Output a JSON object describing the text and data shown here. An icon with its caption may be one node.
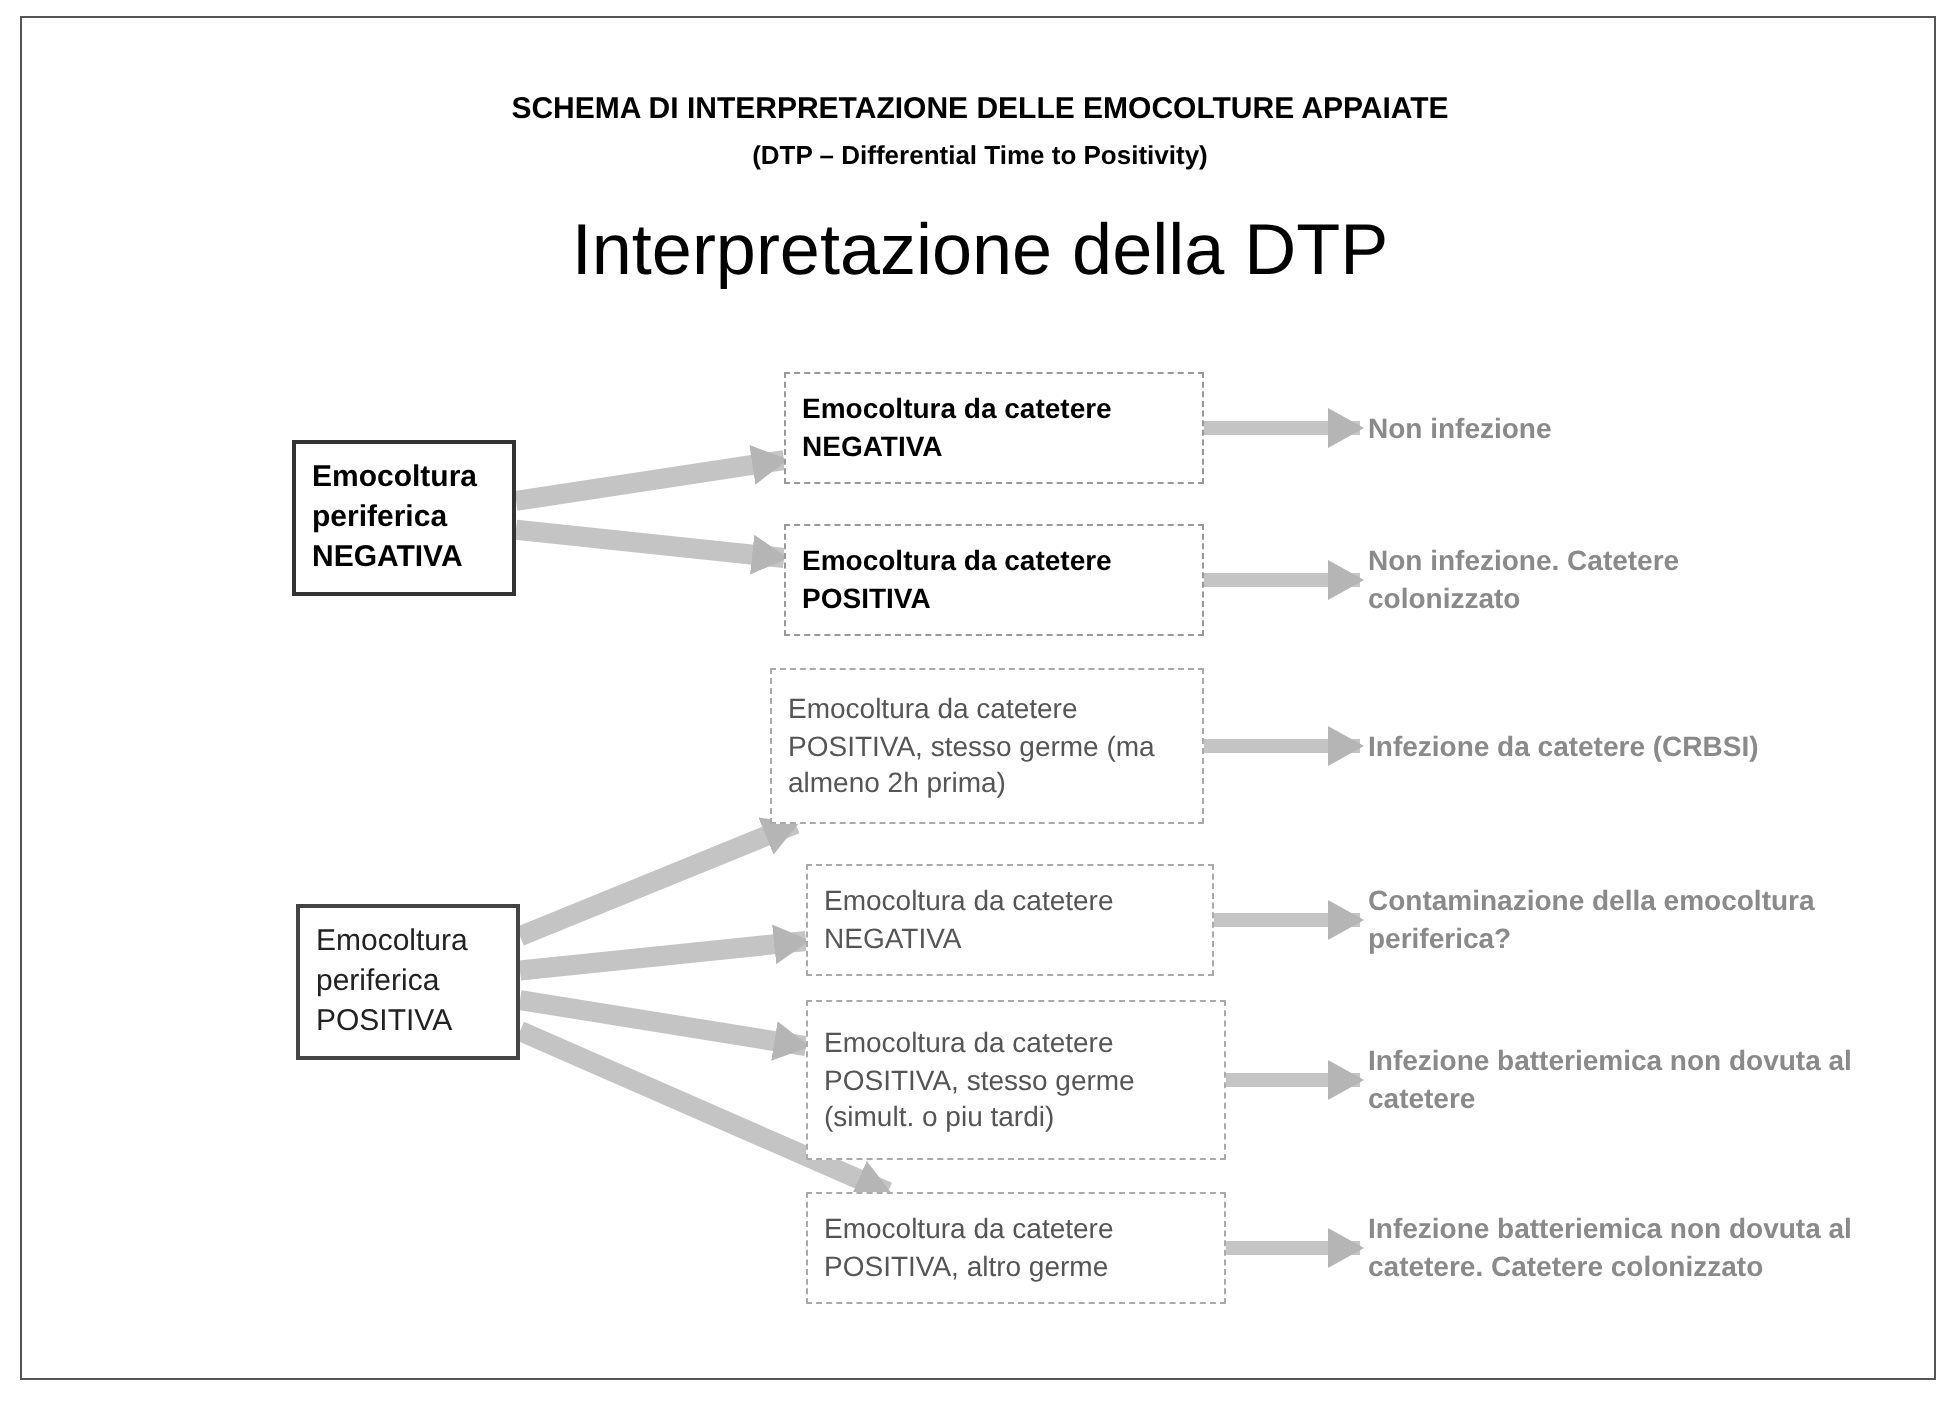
{
  "diagram": {
    "title": "Interpretazione della DTP",
    "nodes": [
      {
        "text": [
          "Emocoltura periferica NEGATIVA"
        ]
      },
      {
        "text": [
          "Emocoltura da catetere NEGATIVA"
        ]
      },
      {
        "text": [
          "Emocoltura da catetere POSITIVA"
        ]
      },
      {
        "text": [
          "Non infezione"
        ]
      },
      {
        "text": [
          "Non infezione. Catetere colonizzato"
        ]
      },
      {
        "text": [
          "Emocoltura da catetere POSITIVA, stesso germe (ma almeno 2h prima)"
        ]
      },
      {
        "text": [
          "Infezione da catetere (CRBSI)"
        ]
      },
      {
        "text": [
          "Emocoltura periferica POSITIVA"
        ]
      },
      {
        "text": [
          "Emocoltura da catetere NEGATIVA"
        ]
      },
      {
        "text": [
          "Contaminazione della emocoltura periferica?"
        ]
      },
      {
        "text": [
          "Emocoltura da catetere POSITIVA, stesso germe (simult. o piu tardi)"
        ]
      },
      {
        "text": [
          "Infezione batteriemica non dovuta al catetere"
        ]
      },
      {
        "text": [
          "Emocoltura da catetere POSITIVA, altro germe"
        ]
      },
      {
        "text": [
          "Infezione batteriemica non dovuta al catetere. Catetere colonizzato"
        ]
      }
    ],
    "edges": [
      {
        "from": 0,
        "to": 1,
        "arrow": "to"
      },
      {
        "from": 0,
        "to": 2,
        "arrow": "to"
      },
      {
        "from": 1,
        "to": 3,
        "arrow": "to"
      },
      {
        "from": 2,
        "to": 4,
        "arrow": "to"
      },
      {
        "from": 7,
        "to": 5,
        "arrow": "to"
      },
      {
        "from": 5,
        "to": 6,
        "arrow": "to"
      },
      {
        "from": 7,
        "to": 8,
        "arrow": "to"
      },
      {
        "from": 8,
        "to": 9,
        "arrow": "to"
      },
      {
        "from": 7,
        "to": 10,
        "arrow": "to"
      },
      {
        "from": 10,
        "to": 11,
        "arrow": "to"
      },
      {
        "from": 7,
        "to": 12,
        "arrow": "to"
      },
      {
        "from": 12,
        "to": 13,
        "arrow": "to"
      }
    ],
    "labels": [
      "SCHEMA DI INTERPRETAZIONE DELLE EMOCOLTURE APPAIATE",
      "(DTP – Differential Time to Positivity)"
    ]
  }
}
